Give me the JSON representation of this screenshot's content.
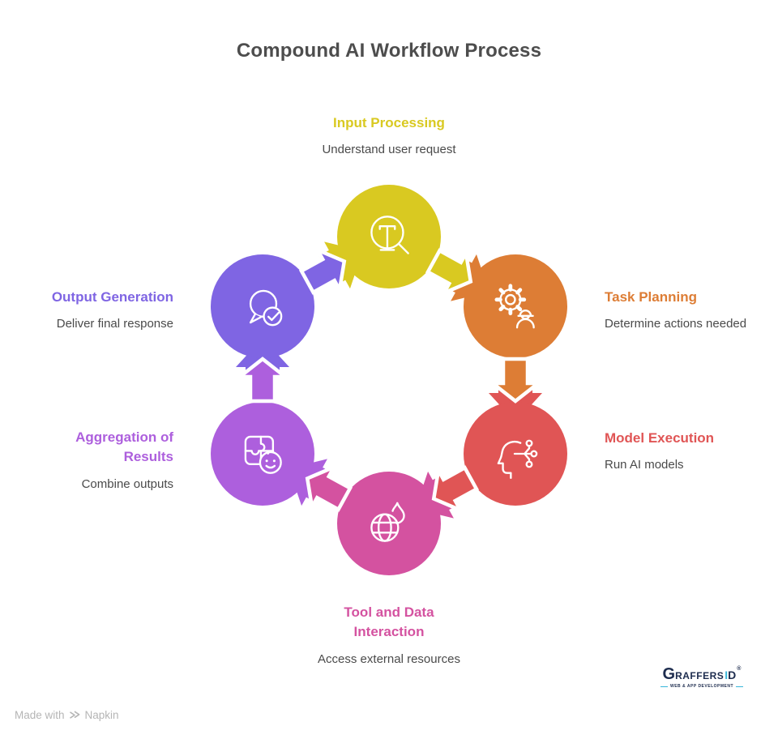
{
  "title": "Compound AI Workflow Process",
  "nodes": [
    {
      "label": "Input Processing",
      "description": "Understand user request",
      "color": "#d9c921",
      "icon": "text-search-icon"
    },
    {
      "label": "Task Planning",
      "description": "Determine actions needed",
      "color": "#dd7d35",
      "icon": "gear-worker-icon"
    },
    {
      "label": "Model Execution",
      "description": "Run AI models",
      "color": "#e05555",
      "icon": "head-circuit-icon"
    },
    {
      "label": "Tool and Data Interaction",
      "description": "Access external resources",
      "color": "#d452a0",
      "icon": "globe-flame-icon"
    },
    {
      "label": "Aggregation of Results",
      "description": "Combine outputs",
      "color": "#ad5fdd",
      "icon": "puzzle-smiley-icon"
    },
    {
      "label": "Output Generation",
      "description": "Deliver final response",
      "color": "#7f65e3",
      "icon": "chat-check-icon"
    }
  ],
  "footer": {
    "made_with": "Made with",
    "brand": "Napkin"
  },
  "logo": {
    "text_g": "G",
    "text_raffers": "RAFFERS",
    "text_i": "I",
    "text_d": "D",
    "reg": "®",
    "tagline": "WEB & APP DEVELOPMENT"
  },
  "colors": {
    "title": "#4d4d4d",
    "text": "#4a4a4a",
    "muted": "#b5b5b5",
    "logo_navy": "#1d2c4e",
    "logo_cyan": "#38b6da"
  }
}
